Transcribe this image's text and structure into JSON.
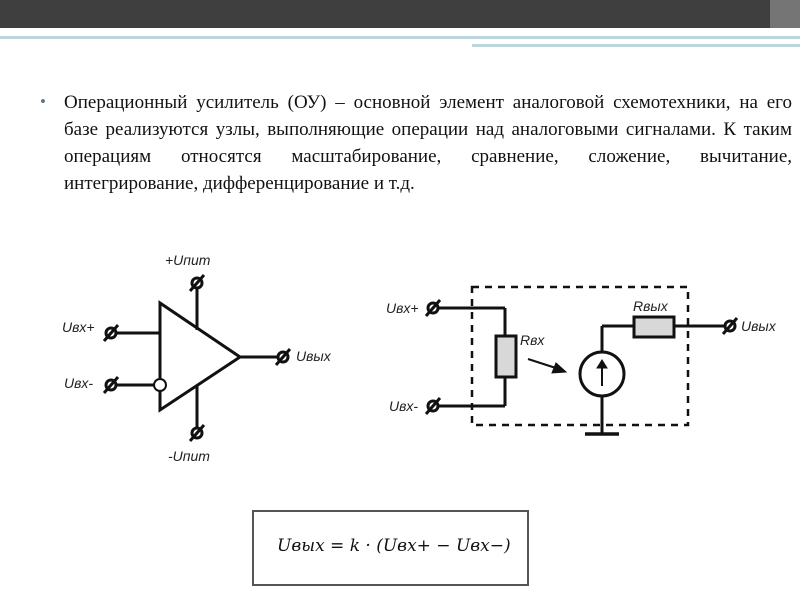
{
  "slide": {
    "bullet": "Операционный усилитель (ОУ) – основной элемент аналоговой схемотехники, на его базе реализуются узлы, выполняющие операции над аналоговыми сигналами. К таким операциям относятся масштабирование, сравнение, сложение, вычитание, интегрирование, дифференцирование и т.д.",
    "bullet_icon": "bullet-dot-icon"
  },
  "opamp": {
    "label_vplus": "+Uпит",
    "label_vminus": "-Uпит",
    "label_in_plus": "Uвх+",
    "label_in_minus": "Uвх-",
    "label_out": "Uвых"
  },
  "model": {
    "label_in_plus": "Uвх+",
    "label_in_minus": "Uвх-",
    "label_rin": "Rвх",
    "label_rout": "Rвых",
    "label_out": "Uвых"
  },
  "formula": {
    "text": "Uвых = k · (Uвх+ − Uвх−)"
  },
  "colors": {
    "topbar": "#3f3f3f",
    "accent_stripe": "#bcd6dc",
    "bullet": "#5d7b8a"
  }
}
